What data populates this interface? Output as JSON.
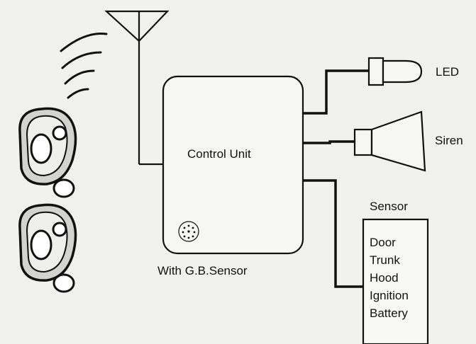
{
  "diagram": {
    "labels": {
      "control_unit": "Control Unit",
      "gb_sensor": "With G.B.Sensor",
      "led": "LED",
      "siren": "Siren",
      "sensor": "Sensor"
    },
    "sensor_items": [
      "Door",
      "Trunk",
      "Hood",
      "Ignition",
      "Battery"
    ],
    "icons": [
      "antenna-icon",
      "radio-waves-icon",
      "remote-key-fob-icon",
      "led-icon",
      "siren-icon",
      "shock-sensor-icon"
    ]
  }
}
